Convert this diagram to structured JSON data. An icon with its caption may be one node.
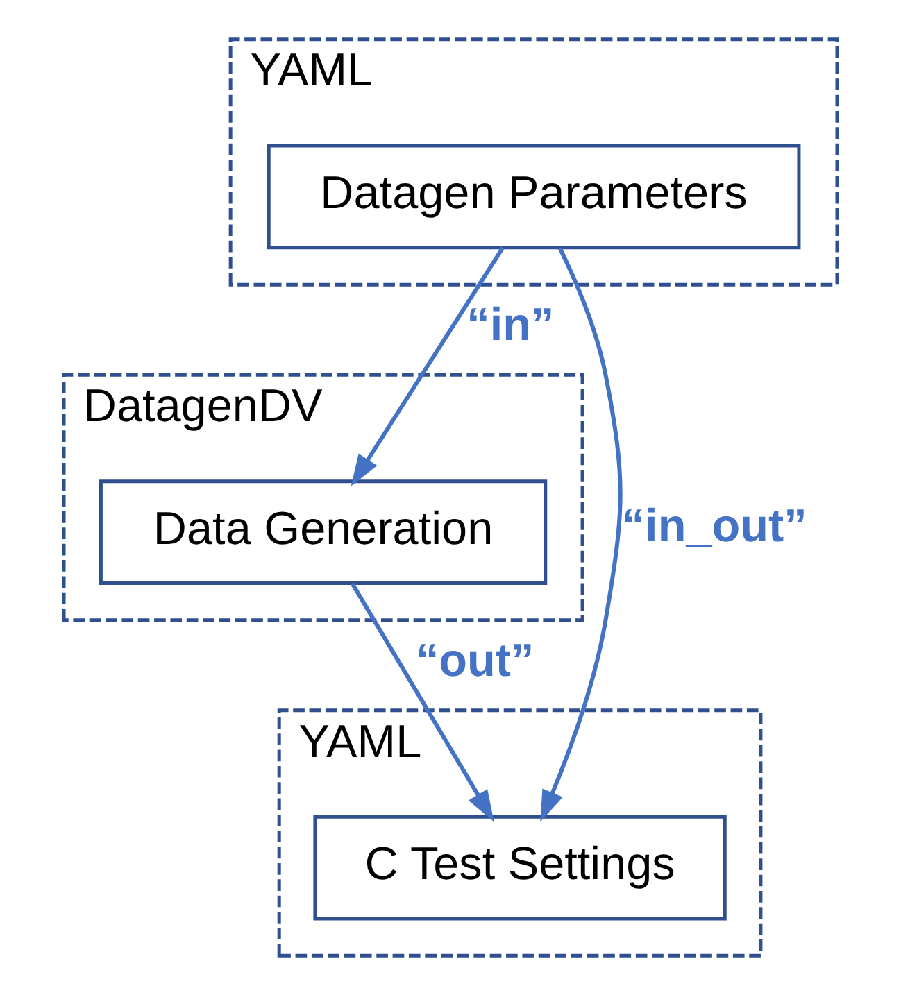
{
  "diagram": {
    "nodes": [
      {
        "text": [
          "YAML"
        ]
      },
      {
        "text": [
          "Datagen Parameters"
        ],
        "in": 0
      },
      {
        "text": [
          "DatagenDV"
        ]
      },
      {
        "text": [
          "Data Generation"
        ],
        "in": 2
      },
      {
        "text": [
          "YAML"
        ]
      },
      {
        "text": [
          "C Test Settings"
        ],
        "in": 4
      }
    ],
    "edges": [
      {
        "from": 1,
        "to": 3,
        "arrow": "to",
        "label": "“in”"
      },
      {
        "from": 1,
        "to": 5,
        "arrow": "to",
        "label": "“in_out”"
      },
      {
        "from": 3,
        "to": 5,
        "arrow": "to",
        "label": "“out”"
      }
    ]
  }
}
